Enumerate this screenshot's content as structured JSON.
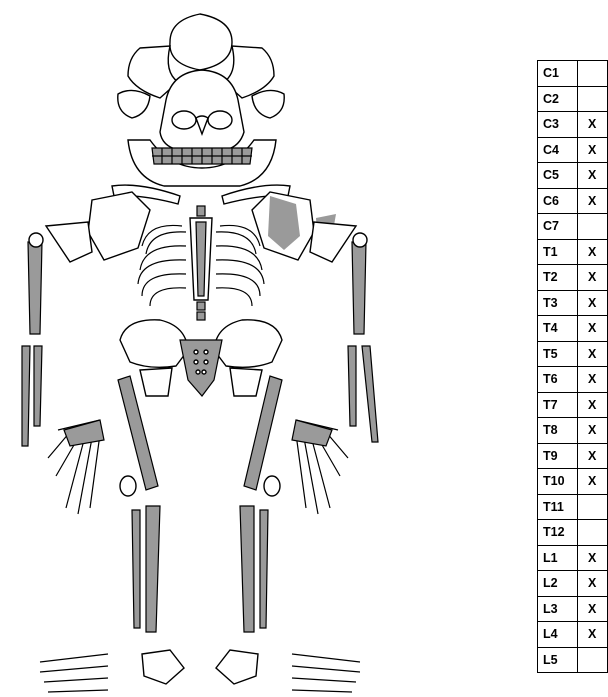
{
  "vertebrae": [
    {
      "label": "C1",
      "mark": ""
    },
    {
      "label": "C2",
      "mark": ""
    },
    {
      "label": "C3",
      "mark": "X"
    },
    {
      "label": "C4",
      "mark": "X"
    },
    {
      "label": "C5",
      "mark": "X"
    },
    {
      "label": "C6",
      "mark": "X"
    },
    {
      "label": "C7",
      "mark": ""
    },
    {
      "label": "T1",
      "mark": "X"
    },
    {
      "label": "T2",
      "mark": "X"
    },
    {
      "label": "T3",
      "mark": "X"
    },
    {
      "label": "T4",
      "mark": "X"
    },
    {
      "label": "T5",
      "mark": "X"
    },
    {
      "label": "T6",
      "mark": "X"
    },
    {
      "label": "T7",
      "mark": "X"
    },
    {
      "label": "T8",
      "mark": "X"
    },
    {
      "label": "T9",
      "mark": "X"
    },
    {
      "label": "T10",
      "mark": "X"
    },
    {
      "label": "T11",
      "mark": ""
    },
    {
      "label": "T12",
      "mark": ""
    },
    {
      "label": "L1",
      "mark": "X"
    },
    {
      "label": "L2",
      "mark": "X"
    },
    {
      "label": "L3",
      "mark": "X"
    },
    {
      "label": "L4",
      "mark": "X"
    },
    {
      "label": "L5",
      "mark": ""
    }
  ],
  "colors": {
    "present_shade": "#9a9a9a",
    "outline": "#000000",
    "background": "#ffffff"
  }
}
